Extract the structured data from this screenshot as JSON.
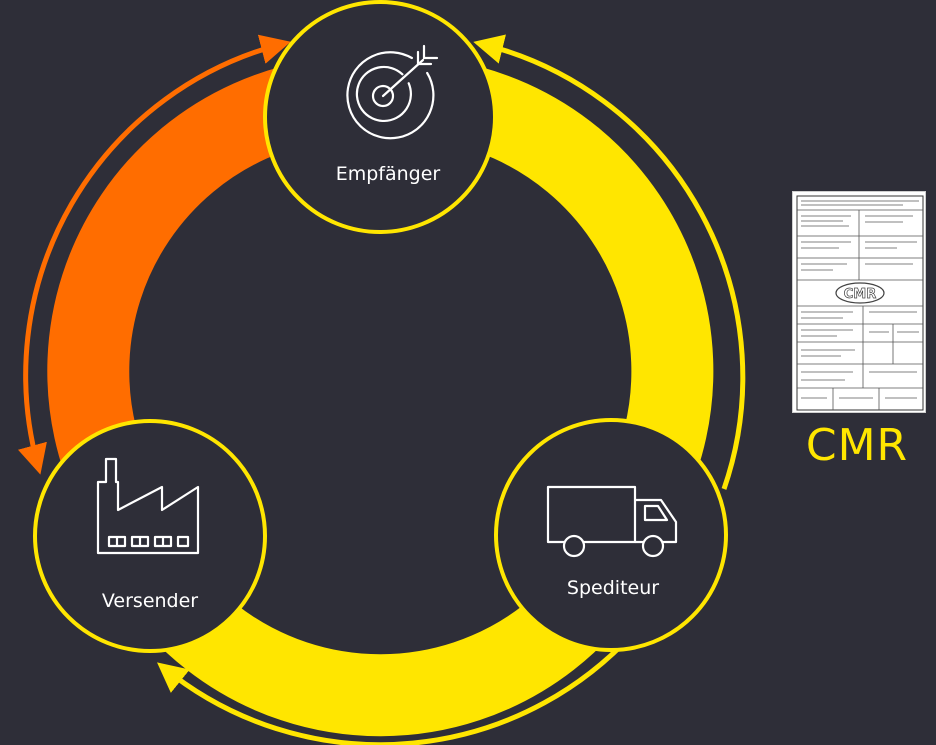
{
  "nodes": {
    "recipient": {
      "label": "Empfänger",
      "icon": "target-icon"
    },
    "shipper": {
      "label": "Versender",
      "icon": "factory-icon"
    },
    "carrier": {
      "label": "Spediteur",
      "icon": "truck-icon"
    }
  },
  "document": {
    "label": "CMR",
    "stamp": "CMR",
    "image": "cmr-consignment-note-form"
  },
  "colors": {
    "background": "#2e2e38",
    "primary_yellow": "#ffe600",
    "accent_orange": "#ff6d00",
    "node_fill": "#2e2e38",
    "text": "#ffffff"
  }
}
